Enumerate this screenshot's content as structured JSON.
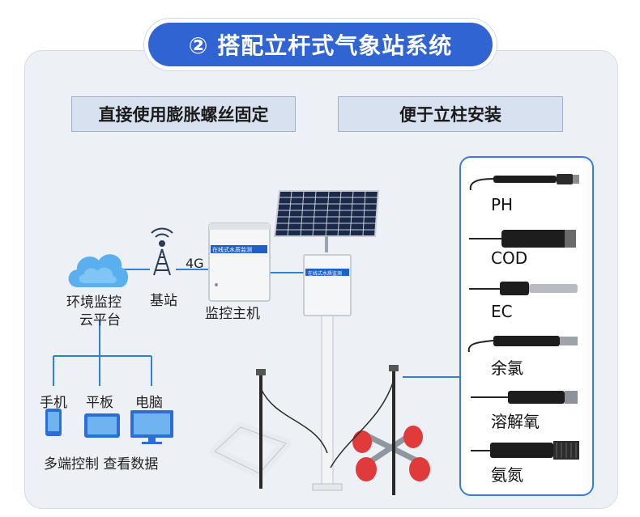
{
  "title": "② 搭配立杆式气象站系统",
  "labels": {
    "left_box": "直接使用膨胀螺丝固定",
    "right_box": "便于立柱安装"
  },
  "network": {
    "cloud_line1": "环境监控",
    "cloud_line2": "云平台",
    "base_station": "基站",
    "signal": "4G",
    "host": "监控主机",
    "host_panel_text": "在线式水质监测",
    "pole_box_text": "在线式水质监测"
  },
  "devices": {
    "phone": "手机",
    "tablet": "平板",
    "computer": "电脑",
    "caption": "多端控制 查看数据"
  },
  "sensors": [
    "PH",
    "COD",
    "EC",
    "余氯",
    "溶解氧",
    "氨氮"
  ],
  "colors": {
    "accent": "#2f64d2",
    "line": "#2d7fe0",
    "buoy": "#e03a3a"
  }
}
